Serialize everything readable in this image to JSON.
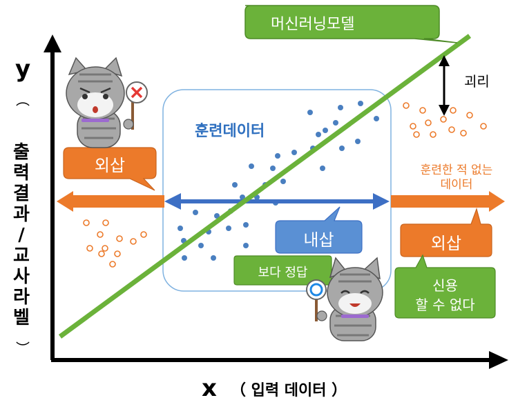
{
  "axes": {
    "y_letter": "y",
    "y_paren_open": "（",
    "y_paren_close": "）",
    "y_label_chars": [
      "출",
      "력",
      "결",
      "과",
      "/",
      "교",
      "사",
      "라",
      "벨"
    ],
    "x_letter": "x",
    "x_label": "（  입력 데이터  ）"
  },
  "labels": {
    "model": "머신러닝모델",
    "gap": "괴리",
    "training_data": "훈련데이터",
    "unseen_data_line1": "훈련한 적 없는",
    "unseen_data_line2": "데이터",
    "extrapolation_left": "외삽",
    "extrapolation_right": "외삽",
    "interpolation": "내삽",
    "more_correct": "보다 정답",
    "unreliable_line1": "신용",
    "unreliable_line2": "할 수 없다"
  },
  "colors": {
    "green": "#6bb23a",
    "orange": "#ec7a2a",
    "blue": "#3d6fc4",
    "box_border": "#7fb2e0",
    "dot_blue": "#4a7fc0",
    "title_blue": "#2e6fbf"
  },
  "icons": [
    "cat-wrong-sign-icon",
    "cat-correct-sign-icon"
  ]
}
